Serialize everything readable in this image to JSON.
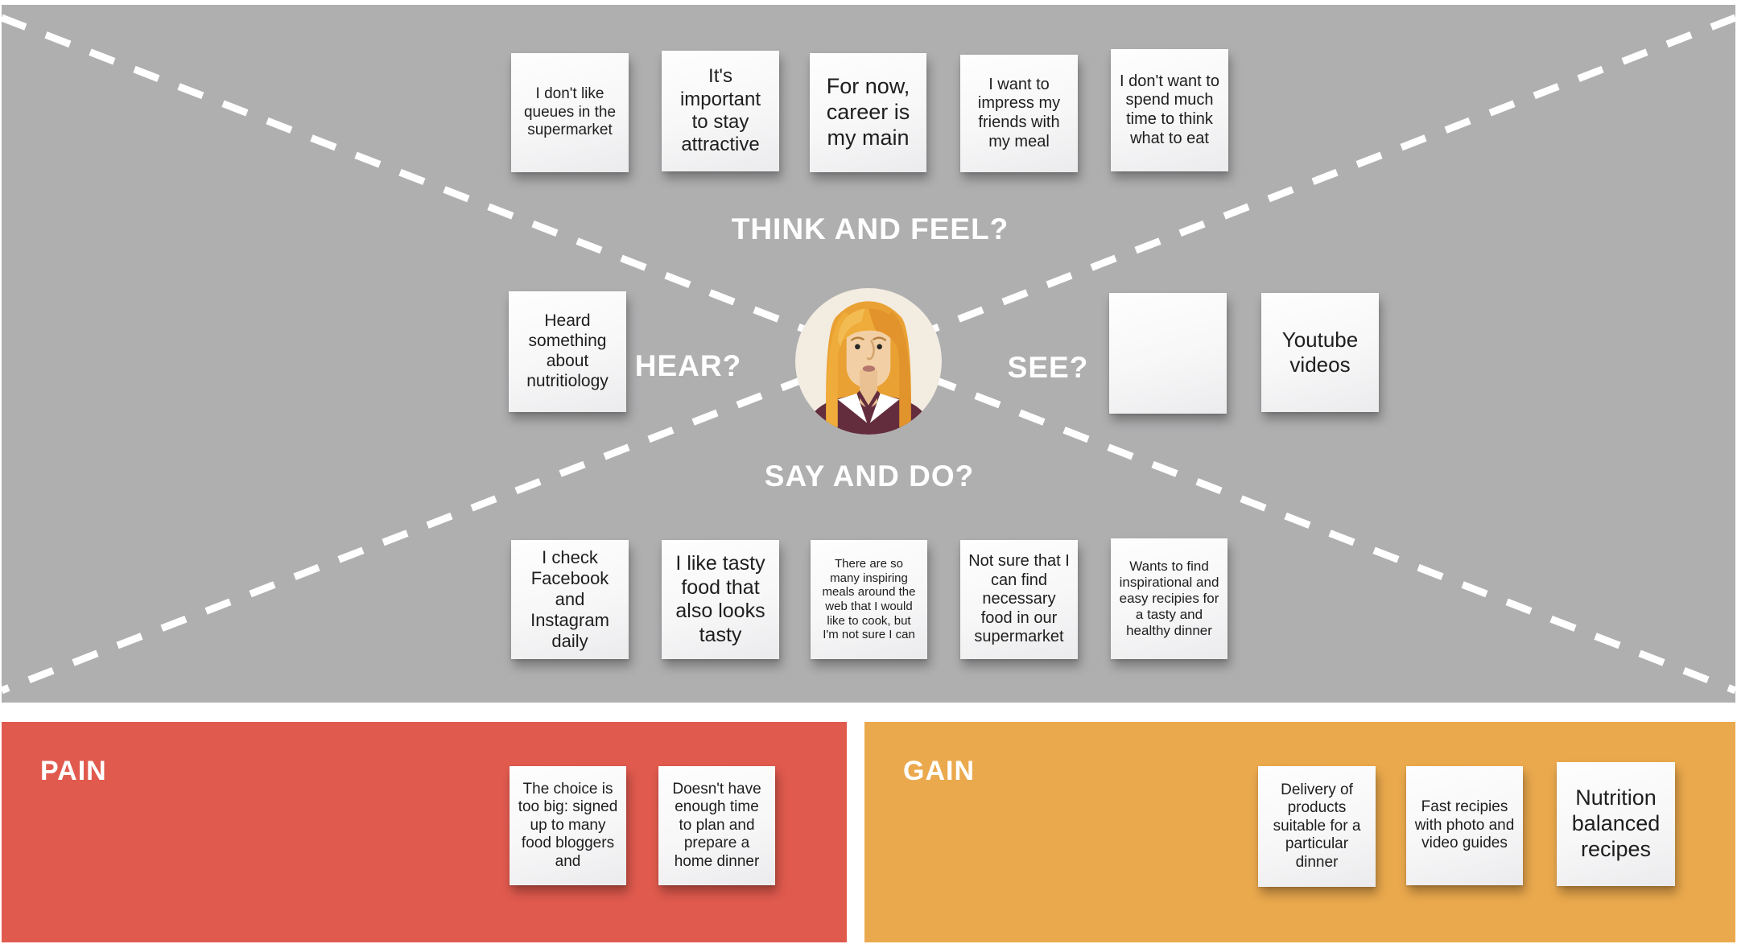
{
  "title": "Empathy map",
  "colors": {
    "board_bg": "#AFAFB0",
    "pain_bg": "#E15A4E",
    "gain_bg": "#EBA94D",
    "dashed_line": "#FFFFFF",
    "note_text": "#1E1E1E",
    "label_text": "#FFFFFF"
  },
  "board": {
    "persona_icon": "woman-avatar",
    "quadrant_labels": {
      "think_and_feel": "THINK AND FEEL?",
      "hear": "HEAR?",
      "see": "SEE?",
      "say_and_do": "SAY AND DO?"
    },
    "think_and_feel_notes": [
      {
        "text": "I don't like queues in the supermarket"
      },
      {
        "text": "It's important to stay attractive"
      },
      {
        "text": "For now, career is my main"
      },
      {
        "text": "I want to impress my friends with my meal"
      },
      {
        "text": "I don't want to spend much time to think what to eat"
      }
    ],
    "hear_notes": [
      {
        "text": "Heard something about nutritiology"
      }
    ],
    "see_notes": [
      {
        "text": ""
      },
      {
        "text": "Youtube videos"
      }
    ],
    "say_and_do_notes": [
      {
        "text": "I check Facebook and Instagram daily"
      },
      {
        "text": "I like tasty food that also looks tasty"
      },
      {
        "text": "There are so many inspiring meals around the web that I would like to cook, but I'm not sure I can"
      },
      {
        "text": "Not sure that I can find necessary food in our supermarket"
      },
      {
        "text": "Wants to find inspirational and easy recipies for a tasty and healthy dinner"
      }
    ]
  },
  "sections": {
    "pain": {
      "label": "PAIN",
      "color": "#E15A4E",
      "notes": [
        {
          "text": "The choice is too big: signed up to many food bloggers and"
        },
        {
          "text": "Doesn't have enough time to plan and prepare a home dinner"
        }
      ]
    },
    "gain": {
      "label": "GAIN",
      "color": "#EBA94D",
      "notes": [
        {
          "text": "Delivery of products suitable for a particular dinner"
        },
        {
          "text": "Fast recipies with photo and video guides"
        },
        {
          "text": "Nutrition balanced recipes"
        }
      ]
    }
  }
}
